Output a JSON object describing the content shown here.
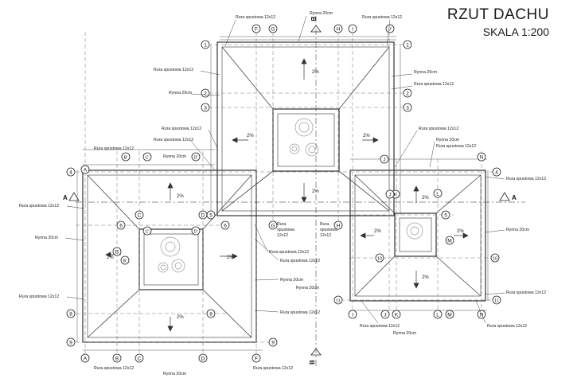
{
  "title": "RZUT DACHU",
  "scale": "SKALA 1:200",
  "axes": {
    "A": "A",
    "B": "B",
    "Bp": "B'",
    "C": "C",
    "Cp": "C'",
    "D": "D",
    "Dp": "D'",
    "F": "F",
    "G": "G",
    "H": "H",
    "I": "I",
    "Jp": "J'",
    "J": "J",
    "K": "K",
    "L": "L",
    "M": "M",
    "N": "N",
    "n1": "1",
    "n2": "2",
    "n3": "3",
    "n4": "4",
    "n5": "5",
    "n6": "6",
    "n8": "8",
    "n9": "9",
    "n10": "10",
    "n11": "11"
  },
  "section_marks": {
    "A": "A",
    "B": "B"
  },
  "slopes": {
    "pct2": "2%"
  },
  "labels": {
    "rura": "Rura spustowa 12x12",
    "rynna": "Rynna 20cm",
    "rura_a": "Rura",
    "rura_b": "spustowa",
    "rura_c": "12x12"
  }
}
